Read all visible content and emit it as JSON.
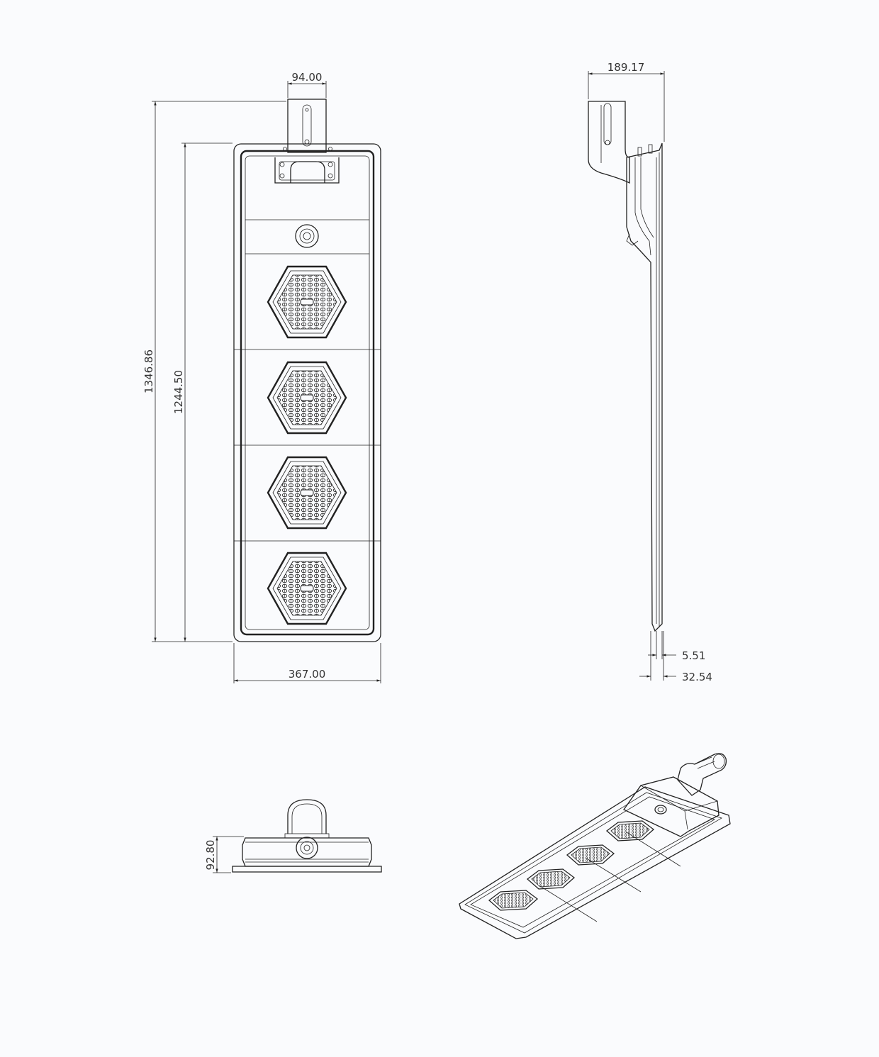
{
  "dimensions": {
    "mount_width": "94.00",
    "total_length": "1346.86",
    "body_length": "1244.50",
    "body_width": "367.00",
    "side_depth": "189.17",
    "panel_thickness": "5.51",
    "edge_thickness": "32.54",
    "front_height": "92.80"
  },
  "colors": {
    "line": "#222222",
    "background": "#fafbfd"
  }
}
